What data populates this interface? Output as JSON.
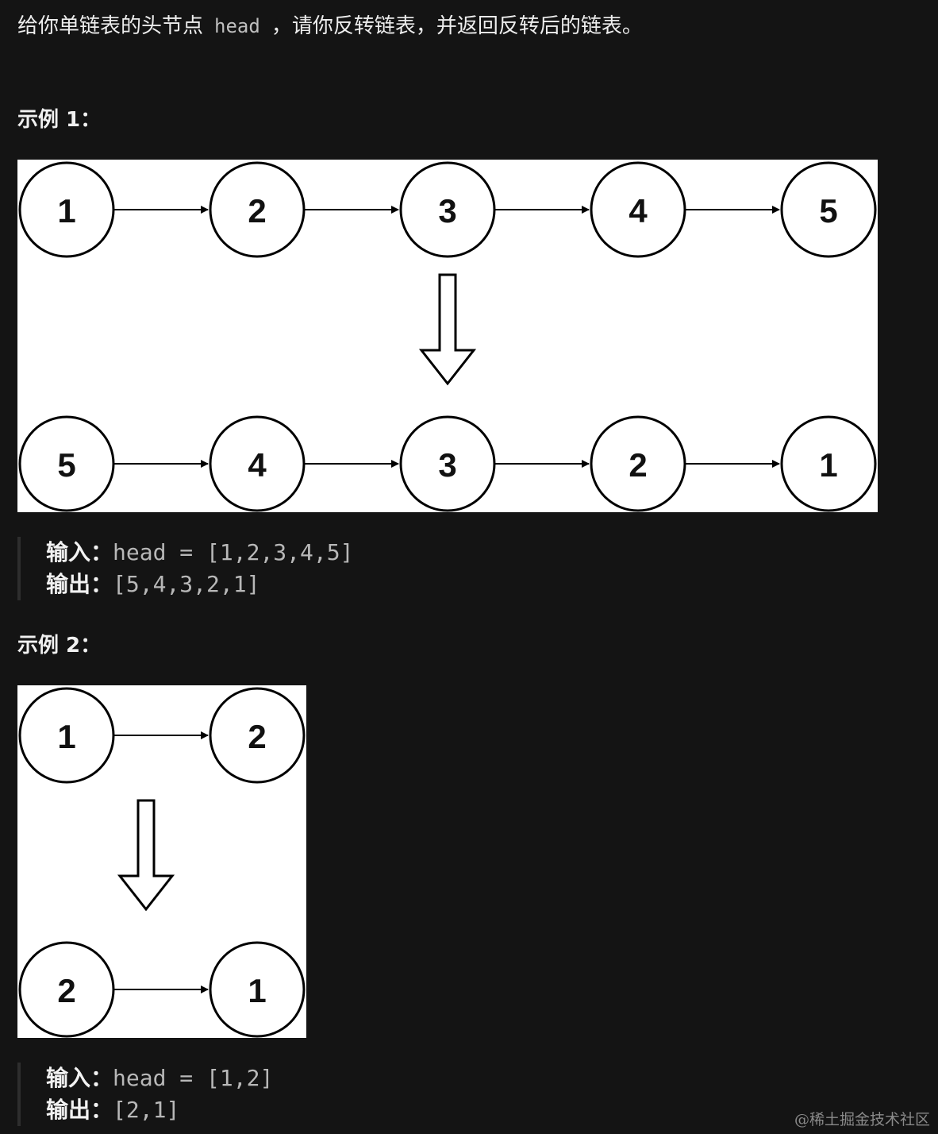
{
  "description": {
    "before": "给你单链表的头节点",
    "code": "head",
    "after": "，请你反转链表，并返回反转后的链表。"
  },
  "examples": [
    {
      "title": "示例 1：",
      "diagram": {
        "original_list": [
          "1",
          "2",
          "3",
          "4",
          "5"
        ],
        "reversed_list": [
          "5",
          "4",
          "3",
          "2",
          "1"
        ]
      },
      "input_label": "输入：",
      "input_value": "head = [1,2,3,4,5]",
      "output_label": "输出：",
      "output_value": "[5,4,3,2,1]"
    },
    {
      "title": "示例 2：",
      "diagram": {
        "original_list": [
          "1",
          "2"
        ],
        "reversed_list": [
          "2",
          "1"
        ]
      },
      "input_label": "输入：",
      "input_value": "head = [1,2]",
      "output_label": "输出：",
      "output_value": "[2,1]"
    }
  ],
  "watermark": "@稀土掘金技术社区"
}
